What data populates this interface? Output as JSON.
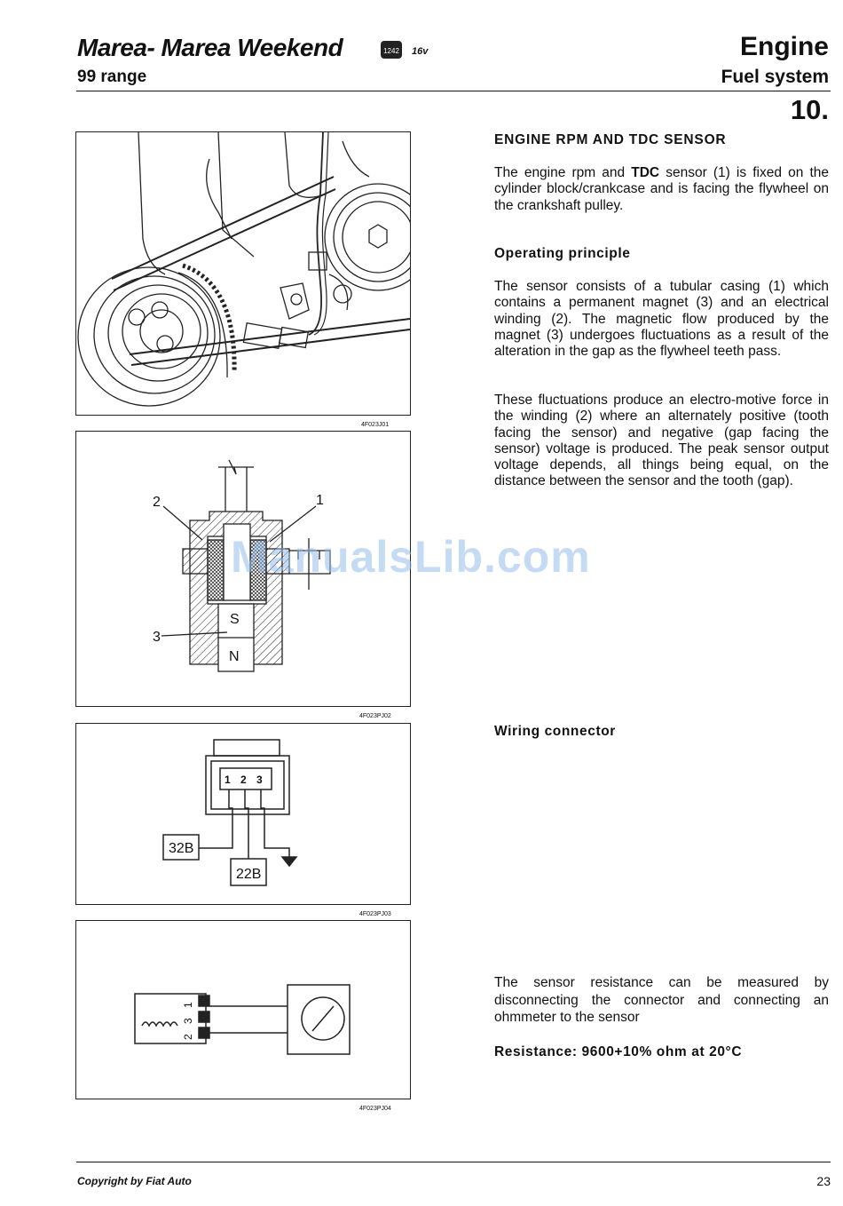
{
  "header": {
    "title": "Marea- Marea Weekend",
    "badge": "1242",
    "engine_code": "16v",
    "range": "99 range",
    "section": "Engine",
    "subsection": "Fuel system",
    "section_number": "10."
  },
  "figures": {
    "fig1_code": "4F023J01",
    "fig2_code": "4F023PJ02",
    "fig3_code": "4F023PJ03",
    "fig4_code": "4F023PJ04",
    "fig2_labels": {
      "one": "1",
      "two": "2",
      "three": "3",
      "south": "S",
      "north": "N"
    },
    "fig3_labels": {
      "pin1": "1",
      "pin2": "2",
      "pin3": "3",
      "ecu_a": "32B",
      "ecu_b": "22B"
    },
    "fig4_labels": {
      "p1": "1",
      "p3": "3",
      "p2": "2"
    }
  },
  "content": {
    "heading": "ENGINE RPM AND TDC SENSOR",
    "intro_a": "The engine rpm and ",
    "intro_bold": "TDC",
    "intro_b": " sensor (1) is fixed on the cylinder block/crankcase and is facing the flywheel on the crankshaft pulley.",
    "operating_heading": "Operating principle",
    "operating_p1": "The sensor consists of a tubular casing (1) which contains a permanent magnet (3) and an electrical winding (2). The magnetic flow produced by the magnet (3) undergoes fluctuations as a result of the alteration in the gap as the flywheel teeth pass.",
    "operating_p2": "These fluctuations produce an electro-motive force in the winding (2) where an alternately positive (tooth facing the sensor) and negative (gap facing the sensor) voltage is produced. The peak sensor output voltage depends, all things being equal, on the distance between the sensor and the tooth (gap).",
    "wiring_heading": "Wiring connector",
    "resistance_text": "The sensor resistance can be measured by disconnecting the connector and connecting an ohmmeter to the sensor",
    "resistance_label": "Resistance: ",
    "resistance_value": "9600+10%",
    "resistance_unit": " ohm at 20°C"
  },
  "watermark": "ManualsLib.com",
  "footer": {
    "copyright": "Copyright by Fiat Auto",
    "page": "23"
  }
}
